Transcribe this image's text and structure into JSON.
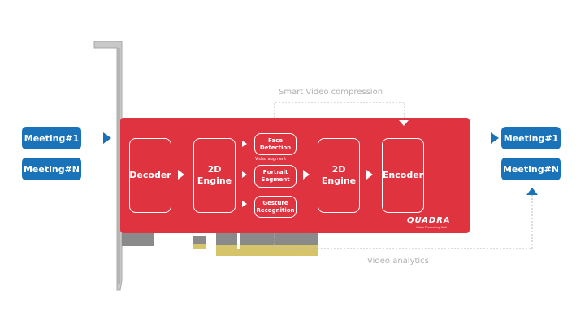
{
  "left_meetings": [
    "Meeting#1",
    "Meeting#N"
  ],
  "right_meetings": [
    "Meeting#1",
    "Meeting#N"
  ],
  "blocks": {
    "decoder": "Decoder",
    "engine_in": "2D\nEngine",
    "face": "Face\nDetection",
    "augment_label": "Video augment",
    "portrait": "Portrait\nSegment",
    "gesture": "Gesture\nRecognition",
    "engine_out": "2D\nEngine",
    "encoder": "Encoder"
  },
  "annotations": {
    "top": "Smart Video compression",
    "bottom": "Video analytics"
  },
  "brand": {
    "name": "QUADRA",
    "tagline": "Video Processing Unit"
  },
  "colors": {
    "card": "#e03340",
    "meeting": "#1a73b8",
    "bracket": "#c0c0c0",
    "gold_contacts": "#d6c46b",
    "grey_contacts": "#8a8a8a",
    "annotation": "#b0b0b0"
  }
}
